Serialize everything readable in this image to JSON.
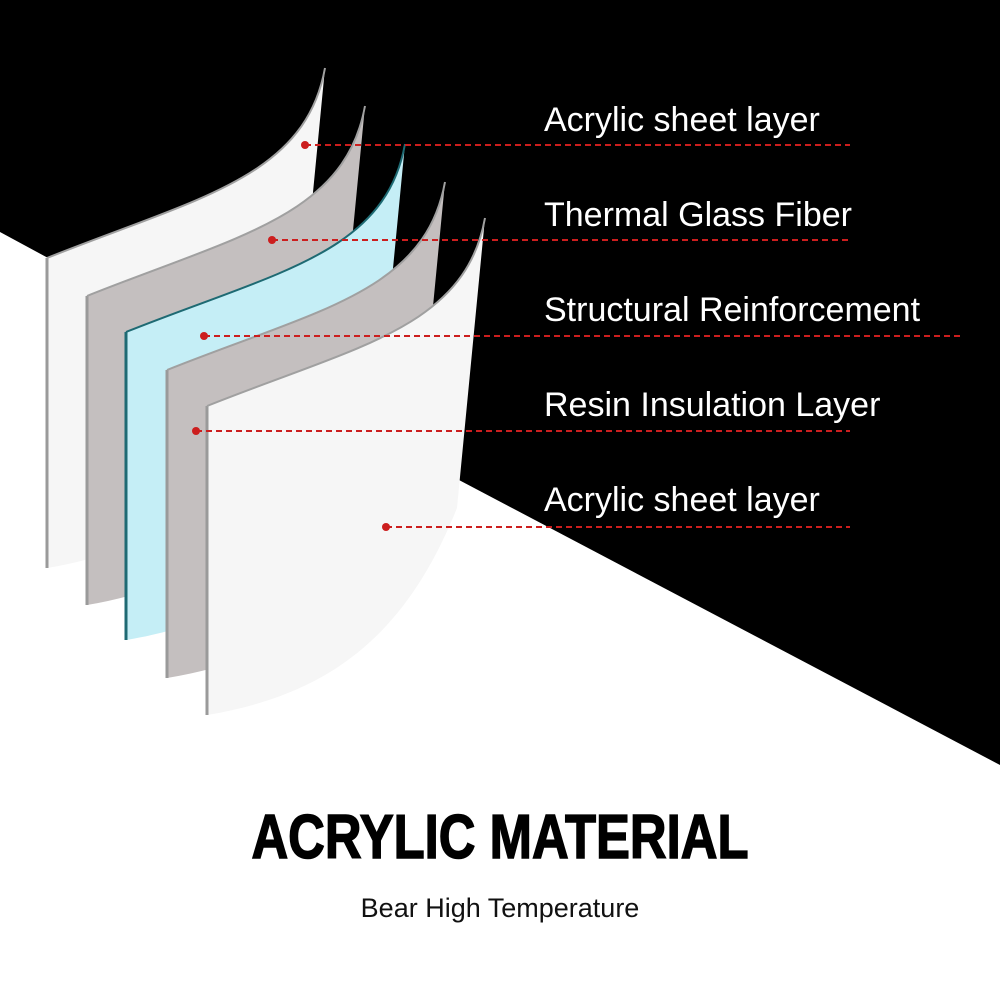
{
  "colors": {
    "background_dark": "#000000",
    "background_light": "#ffffff",
    "sheet_white": "#f6f6f6",
    "sheet_gray": "#c4bfbf",
    "sheet_blue": "#c5eef6",
    "sheet_blue_edge": "#1e6a73",
    "leader_line": "#cc1e1e"
  },
  "layers": [
    {
      "label": "Acrylic sheet layer",
      "color_key": "sheet_white"
    },
    {
      "label": "Thermal Glass Fiber",
      "color_key": "sheet_gray"
    },
    {
      "label": "Structural Reinforcement",
      "color_key": "sheet_blue"
    },
    {
      "label": "Resin Insulation Layer",
      "color_key": "sheet_gray"
    },
    {
      "label": "Acrylic sheet layer",
      "color_key": "sheet_white"
    }
  ],
  "title": "ACRYLIC MATERIAL",
  "subtitle": "Bear High Temperature"
}
